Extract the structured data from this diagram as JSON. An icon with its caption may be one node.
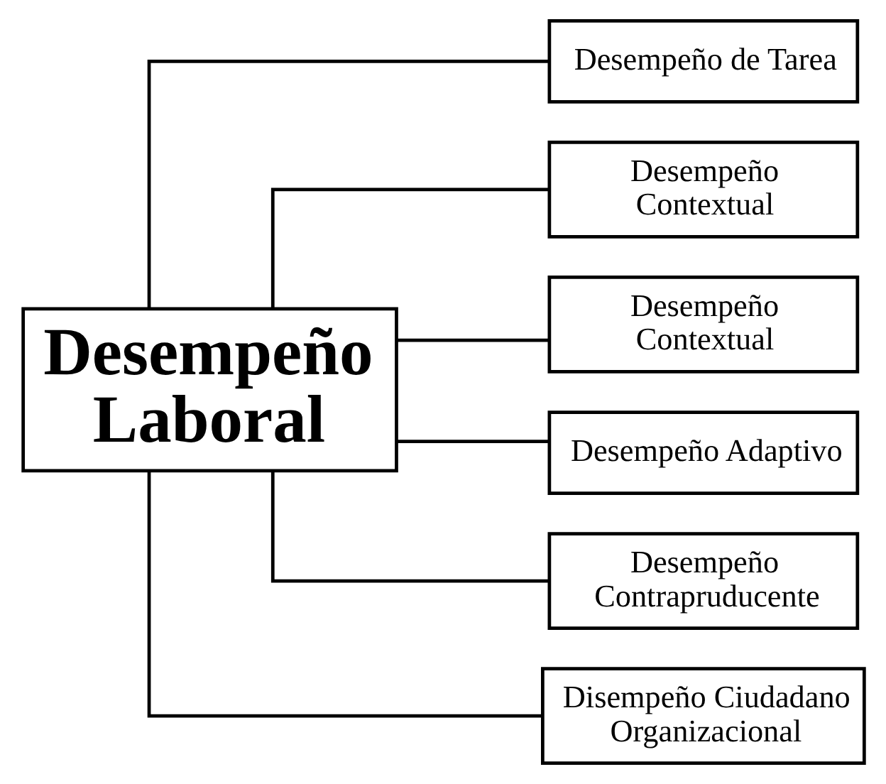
{
  "diagram": {
    "nodes": [
      {
        "text": [
          "Desempeño Laboral"
        ]
      },
      {
        "text": [
          "Desempeño de Tarea"
        ]
      },
      {
        "text": [
          "Desempeño Contextual"
        ]
      },
      {
        "text": [
          "Desempeño Contextual"
        ]
      },
      {
        "text": [
          "Desempeño Adaptivo"
        ]
      },
      {
        "text": [
          "Desempeño Contrapruducente"
        ]
      },
      {
        "text": [
          "Disempeño Ciudadano Organizacional"
        ]
      }
    ],
    "edges": [
      {
        "from": 0,
        "to": 1,
        "arrow": "none"
      },
      {
        "from": 0,
        "to": 2,
        "arrow": "none"
      },
      {
        "from": 0,
        "to": 3,
        "arrow": "none"
      },
      {
        "from": 0,
        "to": 4,
        "arrow": "none"
      },
      {
        "from": 0,
        "to": 5,
        "arrow": "none"
      },
      {
        "from": 0,
        "to": 6,
        "arrow": "none"
      }
    ]
  }
}
